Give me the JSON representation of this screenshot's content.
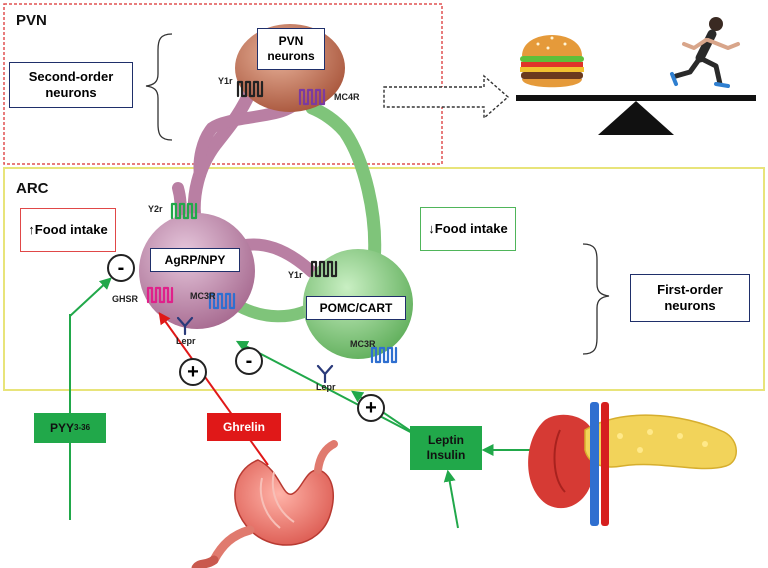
{
  "regions": {
    "pvn": "PVN",
    "arc": "ARC"
  },
  "labels": {
    "second_order": "Second-order neurons",
    "first_order": "First-order neurons",
    "food_up": "↑Food intake",
    "food_down": "↓Food intake"
  },
  "neurons": {
    "pvn": "PVN neurons",
    "agrp": "AgRP/NPY",
    "pomc": "POMC/CART"
  },
  "receptors": {
    "y1r_pvn": "Y1r",
    "mc4r": "MC4R",
    "y2r": "Y2r",
    "ghsr": "GHSR",
    "mc3r_agrp": "MC3R",
    "lepr_agrp": "Lepr",
    "y1r_pomc": "Y1r",
    "mc3r_pomc": "MC3R",
    "lepr_pomc": "Lepr"
  },
  "signals": {
    "pyy_main": "PYY",
    "pyy_sub": "3-36",
    "ghrelin": "Ghrelin",
    "leptin_insulin": "Leptin Insulin"
  },
  "signs": {
    "minus_agrp": "-",
    "plus_ghrelin": "+",
    "minus_leptin": "-",
    "plus_pomc": "+"
  },
  "icons": [
    "burger-icon",
    "runner-icon",
    "balance-scale-icon",
    "stomach-icon",
    "pancreas-icon"
  ],
  "colors": {
    "agrp": "#b97fa3",
    "pomc": "#7fc47a",
    "pvn_neuron": "#b86a4e",
    "pvn_border": "#e05050",
    "arc_border": "#e8e47a",
    "green_signal": "#21a84a",
    "red_signal": "#e01818"
  }
}
